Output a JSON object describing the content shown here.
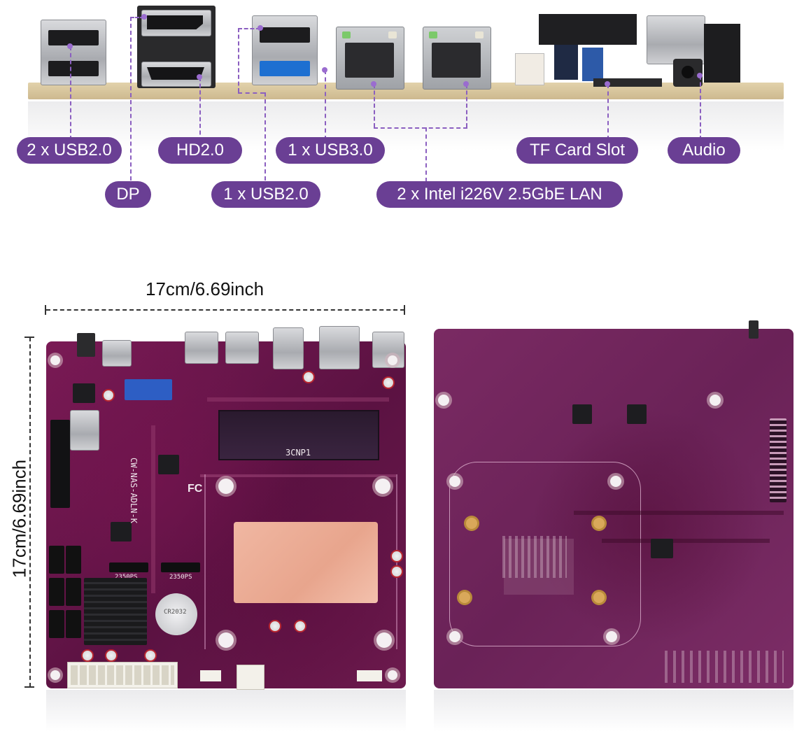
{
  "callouts": {
    "usb2_x2": "2 x USB2.0",
    "hd": "HD2.0",
    "usb3": "1 x USB3.0",
    "tf": "TF Card Slot",
    "audio": "Audio",
    "dp": "DP",
    "usb2_x1": "1 x USB2.0",
    "lan": "2 x Intel i226V 2.5GbE LAN"
  },
  "dimensions": {
    "width": "17cm/6.69inch",
    "height": "17cm/6.69inch"
  },
  "silkscreen": {
    "ram_label": "3CNP1",
    "board_model": "CW-NAS-ADLN-K",
    "fc_mark": "FC",
    "m2_a": "2350PS",
    "m2_b": "2350PS",
    "battery": "CR2032"
  },
  "colors": {
    "callout_bg": "#6a3f94",
    "pcb": "#6a1848",
    "leader": "#8b5fc0"
  }
}
